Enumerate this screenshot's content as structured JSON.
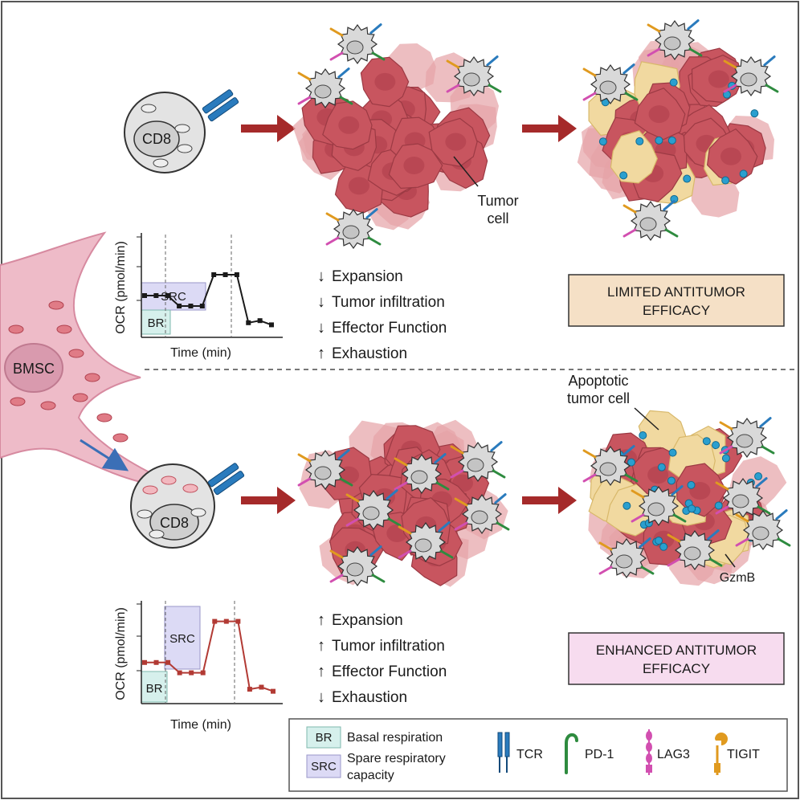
{
  "labels": {
    "cd8": "CD8",
    "bmsc": "BMSC",
    "tumor_cell": [
      "Tumor",
      "cell"
    ],
    "apoptotic": [
      "Apoptotic",
      "tumor cell"
    ],
    "gzmb": "GzmB"
  },
  "top_effects": [
    {
      "dir": "down",
      "text": "Expansion"
    },
    {
      "dir": "down",
      "text": "Tumor infiltration"
    },
    {
      "dir": "down",
      "text": "Effector Function"
    },
    {
      "dir": "up",
      "text": "Exhaustion"
    }
  ],
  "bottom_effects": [
    {
      "dir": "up",
      "text": "Expansion"
    },
    {
      "dir": "up",
      "text": "Tumor infiltration"
    },
    {
      "dir": "up",
      "text": "Effector Function"
    },
    {
      "dir": "down",
      "text": "Exhaustion"
    }
  ],
  "outcomes": {
    "limited": [
      "LIMITED ANTITUMOR",
      "EFFICACY"
    ],
    "enhanced": [
      "ENHANCED ANTITUMOR",
      "EFFICACY"
    ]
  },
  "ocr_axes": {
    "ylabel": "OCR (pmol/min)",
    "xlabel": "Time (min)"
  },
  "ocr_regions": {
    "br": "BR",
    "src": "SRC"
  },
  "ocr_plots": {
    "top": {
      "values": [
        2.0,
        2.0,
        2.0,
        1.5,
        1.5,
        1.5,
        3.0,
        3.0,
        3.0,
        0.7,
        0.8,
        0.6
      ],
      "ylim": [
        0,
        5
      ],
      "color": "#1a1a1a"
    },
    "bottom": {
      "values": [
        2.0,
        2.0,
        2.0,
        1.5,
        1.5,
        1.5,
        4.0,
        4.0,
        4.0,
        0.7,
        0.8,
        0.6
      ],
      "ylim": [
        0,
        5
      ],
      "color": "#b23a34"
    }
  },
  "legend": {
    "br_abbr": "BR",
    "br_text": "Basal respiration",
    "src_abbr": "SRC",
    "src_text": [
      "Spare respiratory",
      "capacity"
    ],
    "tcr": "TCR",
    "pd1": "PD-1",
    "lag3": "LAG3",
    "tigit": "TIGIT"
  },
  "colors": {
    "tumor": "#c8555f",
    "tumor_light": "#e6a2a7",
    "apoptotic": "#f1d9a0",
    "tcell": "#d9d9d9",
    "tcr": "#2a7bbd",
    "pd1": "#2e8b3f",
    "lag3": "#d24fb0",
    "tigit": "#e09a1f",
    "gzmb": "#2a9fcf",
    "arrow": "#a52a2a",
    "limited_bg": "#f5e0c6",
    "enhanced_bg": "#f7dcef",
    "br_bg": "#d6f0ec",
    "src_bg": "#dcdaf5"
  }
}
